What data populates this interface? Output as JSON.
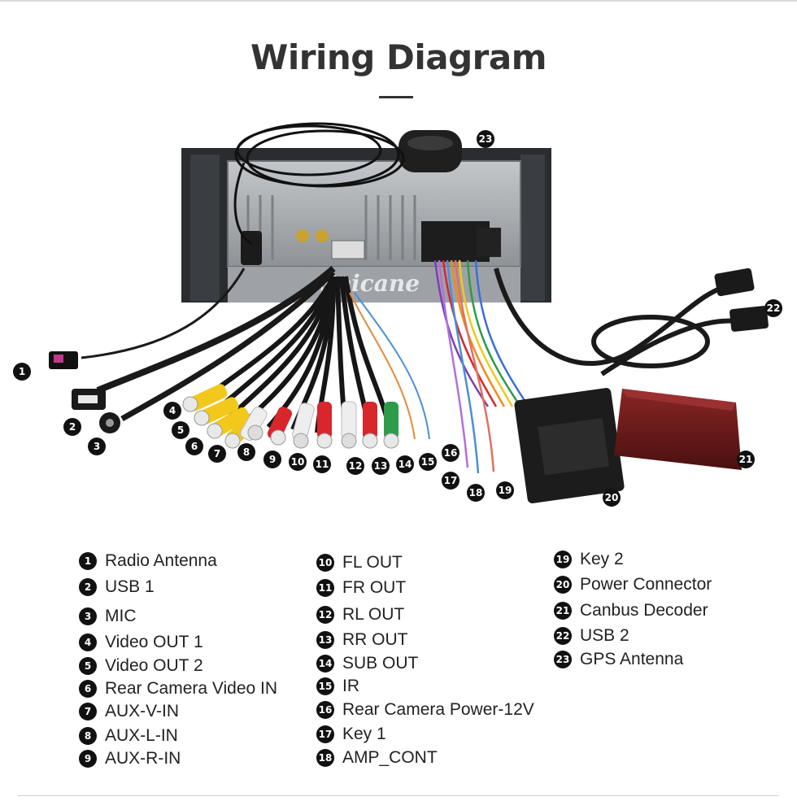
{
  "title": "Wiring Diagram",
  "brand_watermark": "Seicane",
  "components": [
    {
      "num": "1",
      "label": "Radio Antenna"
    },
    {
      "num": "2",
      "label": "USB 1"
    },
    {
      "num": "3",
      "label": "MIC"
    },
    {
      "num": "4",
      "label": "Video OUT 1"
    },
    {
      "num": "5",
      "label": "Video OUT 2"
    },
    {
      "num": "6",
      "label": "Rear Camera Video IN"
    },
    {
      "num": "7",
      "label": "AUX-V-IN"
    },
    {
      "num": "8",
      "label": "AUX-L-IN"
    },
    {
      "num": "9",
      "label": "AUX-R-IN"
    },
    {
      "num": "10",
      "label": "FL OUT"
    },
    {
      "num": "11",
      "label": "FR OUT"
    },
    {
      "num": "12",
      "label": "RL OUT"
    },
    {
      "num": "13",
      "label": "RR OUT"
    },
    {
      "num": "14",
      "label": "SUB OUT"
    },
    {
      "num": "15",
      "label": "IR"
    },
    {
      "num": "16",
      "label": "Rear Camera Power-12V"
    },
    {
      "num": "17",
      "label": "Key 1"
    },
    {
      "num": "18",
      "label": "AMP_CONT"
    },
    {
      "num": "19",
      "label": "Key 2"
    },
    {
      "num": "20",
      "label": "Power Connector"
    },
    {
      "num": "21",
      "label": "Canbus Decoder"
    },
    {
      "num": "22",
      "label": "USB 2"
    },
    {
      "num": "23",
      "label": "GPS Antenna"
    }
  ],
  "colors": {
    "rca_yellow": "#f2c81c",
    "rca_white": "#eeeeee",
    "rca_red": "#d9262b",
    "rca_green": "#2e9b4a",
    "cable_black": "#1a1a1a",
    "decoder_red": "#7a1e1e",
    "unit_gray": "#a9acaf"
  }
}
